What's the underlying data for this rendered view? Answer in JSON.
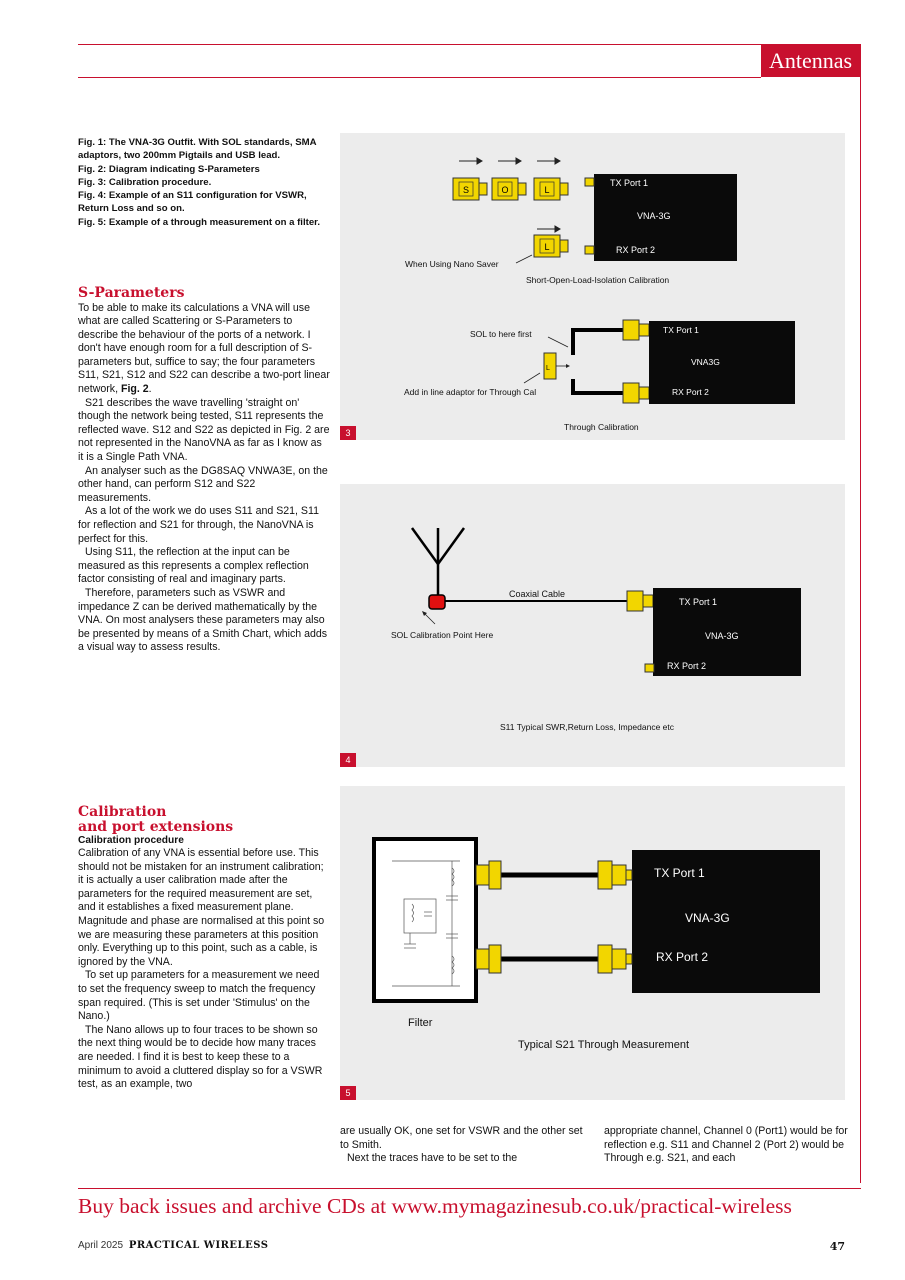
{
  "header": {
    "section": "Antennas"
  },
  "captions": [
    "Fig. 1: The VNA-3G Outfit. With SOL standards, SMA adaptors, two 200mm Pigtails and USB lead.",
    "Fig. 2: Diagram indicating S-Parameters",
    "Fig. 3: Calibration procedure.",
    "Fig. 4: Example of an S11 configuration for VSWR, Return Loss and so on.",
    "Fig. 5: Example of a through measurement on a filter."
  ],
  "sparams": {
    "heading": "S-Parameters",
    "p1_main": "To be able to make its calculations a VNA will use what are called Scattering or S-Parameters to describe the behaviour of the ports of a network. I don't have enough room for a full description of S-parameters but, suffice to say; the four parameters S11, S21, S12 and S22 can describe a two-port linear network, ",
    "p1_bold": "Fig. 2",
    "p1_end": ".",
    "p2": "S21 describes the wave travelling 'straight on' though the network being tested, S11 represents the reflected wave. S12 and S22 as depicted in Fig. 2 are not represented in the NanoVNA as far as I know as it is a Single Path VNA.",
    "p3": "An analyser such as the DG8SAQ VNWA3E, on the other hand, can perform S12 and S22 measurements.",
    "p4": "As a lot of the work we do uses S11 and S21, S11 for reflection and S21 for through, the NanoVNA is perfect for this.",
    "p5": "Using S11, the reflection at the input can be measured as this represents a complex reflection factor consisting of real and imaginary parts.",
    "p6": "Therefore, parameters such as VSWR and impedance Z can be derived mathematically by the VNA. On most analysers these parameters may also be presented by means of a Smith Chart, which adds a visual way to assess results."
  },
  "calibration": {
    "heading_line1": "Calibration",
    "heading_line2": "and port extensions",
    "subheading": "Calibration procedure",
    "p1": "Calibration of any VNA is essential before use. This should not be mistaken for an instrument calibration; it is actually a user calibration made after the parameters for the required measurement are set, and it establishes a fixed measurement plane. Magnitude and phase are normalised at this point so we are measuring these parameters at this position only. Everything up to this point, such as a cable, is ignored by the VNA.",
    "p2": "To set up parameters for a measurement we need to set the frequency sweep to match the frequency span required. (This is set under 'Stimulus' on the Nano.)",
    "p3": "The Nano allows up to four traces to be shown so the next thing would be to decide how many traces are needed. I find it is best to keep these to a minimum to avoid a cluttered display so for a VSWR test, as an example, two"
  },
  "bottom": {
    "col2_p1": "are usually OK, one set for VSWR and the other set to Smith.",
    "col2_p2": "Next the traces have to be set to the",
    "col3_p1": "appropriate channel, Channel 0 (Port1) would be for reflection e.g. S11 and Channel 2 (Port 2) would be Through e.g. S21, and each"
  },
  "fig3": {
    "number": "3",
    "s": "S",
    "o": "O",
    "l": "L",
    "l2": "L",
    "tx": "TX Port 1",
    "vna": "VNA-3G",
    "rx": "RX Port 2",
    "nano_saver": "When Using Nano Saver",
    "title1": "Short-Open-Load-Isolation Calibration",
    "sol_first": "SOL to here first",
    "tx2": "TX Port 1",
    "vna2": "VNA3G",
    "rx2": "RX Port 2",
    "l3": "L",
    "inline": "Add in line adaptor for Through Cal",
    "title2": "Through Calibration"
  },
  "fig4": {
    "number": "4",
    "coax": "Coaxial Cable",
    "tx": "TX Port 1",
    "vna": "VNA-3G",
    "rx": "RX Port 2",
    "sol_point": "SOL Calibration Point Here",
    "title": "S11 Typical SWR,Return Loss, Impedance etc"
  },
  "fig5": {
    "number": "5",
    "tx": "TX Port 1",
    "vna": "VNA-3G",
    "rx": "RX Port 2",
    "filter": "Filter",
    "title": "Typical S21 Through Measurement"
  },
  "banner": "Buy back issues and archive CDs at www.mymagazinesub.co.uk/practical-wireless",
  "footer": {
    "date": "April 2025",
    "magazine": "PRACTICAL WIRELESS",
    "page": "47"
  },
  "colors": {
    "accent": "#c8102e",
    "connector": "#f2d600",
    "panel": "#ececec"
  }
}
